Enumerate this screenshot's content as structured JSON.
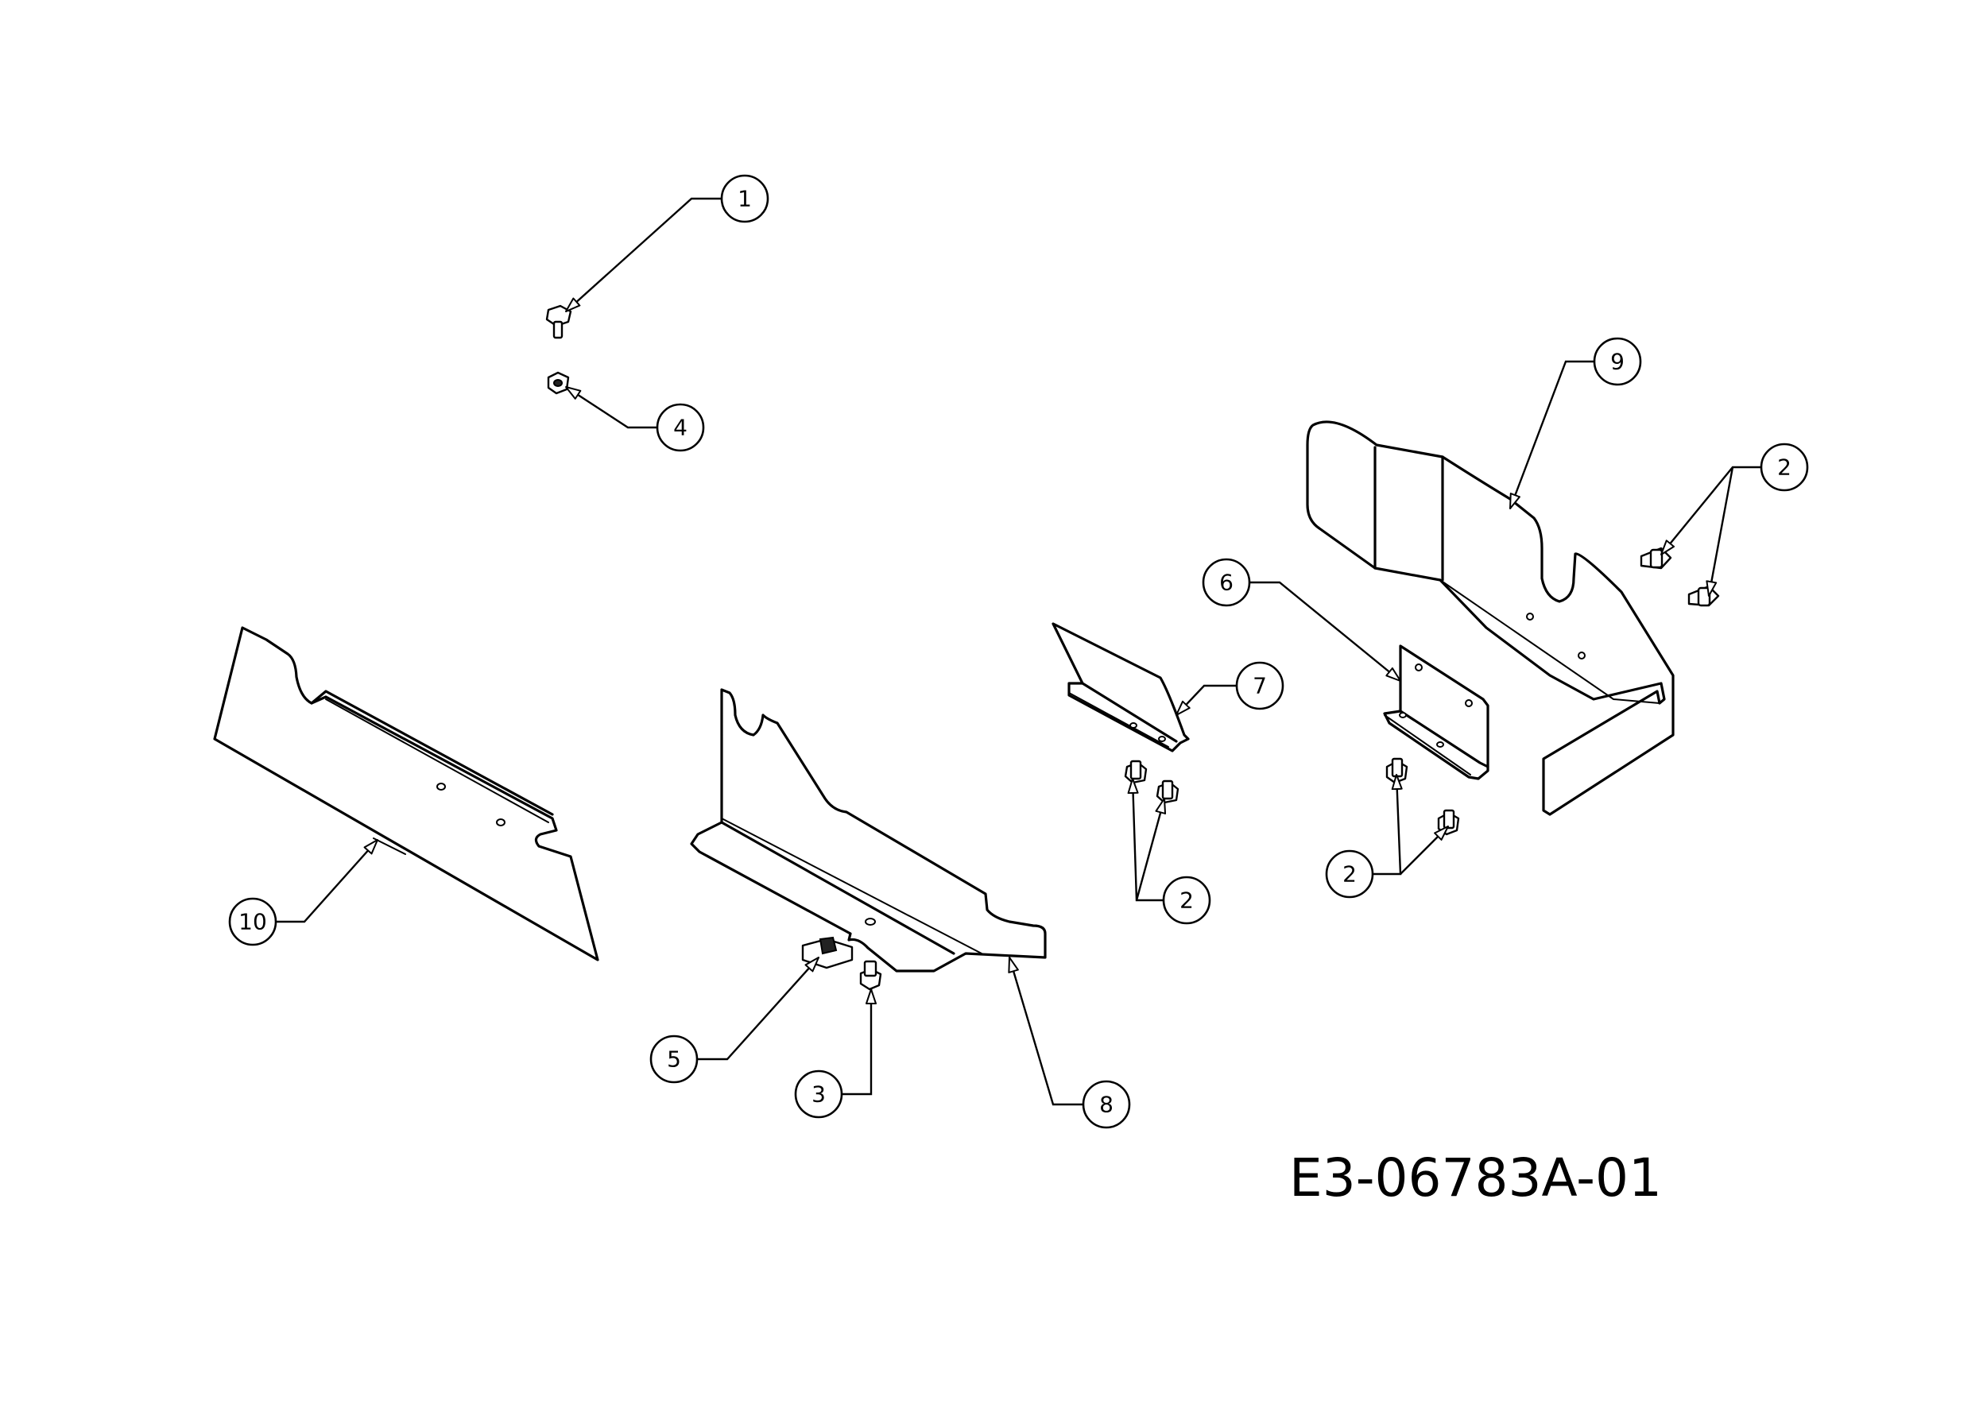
{
  "callouts": [
    {
      "id": "c1",
      "label": "1"
    },
    {
      "id": "c4",
      "label": "4"
    },
    {
      "id": "c9",
      "label": "9"
    },
    {
      "id": "c2a",
      "label": "2"
    },
    {
      "id": "c6",
      "label": "6"
    },
    {
      "id": "c7",
      "label": "7"
    },
    {
      "id": "c2b",
      "label": "2"
    },
    {
      "id": "c2c",
      "label": "2"
    },
    {
      "id": "c10",
      "label": "10"
    },
    {
      "id": "c5",
      "label": "5"
    },
    {
      "id": "c3",
      "label": "3"
    },
    {
      "id": "c8",
      "label": "8"
    }
  ],
  "drawing_id": "E3-06783A-01"
}
